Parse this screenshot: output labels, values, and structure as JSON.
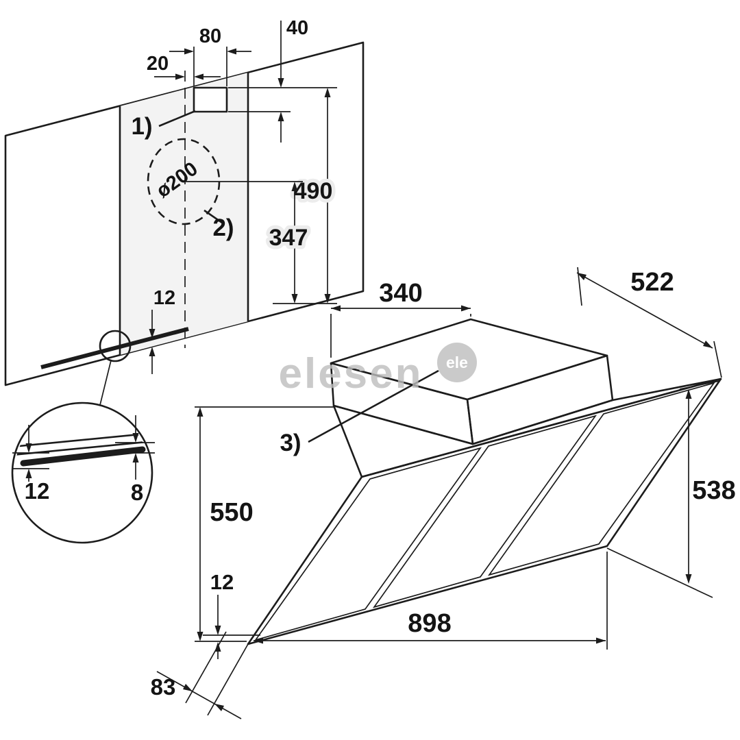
{
  "title": "cooker-hood-installation-dimensions",
  "colors": {
    "line": "#1c1c1c",
    "wall_fill": "#ececec",
    "panel_fill": "#f3f3f3",
    "glass_plate_fill": "#dedede",
    "watermark": "#bdbdbd"
  },
  "watermark": {
    "text": "elesen",
    "badge": "ele"
  },
  "wall_view": {
    "callouts": {
      "c1": "1)",
      "c2": "2)"
    },
    "dims": {
      "offset_20": "20",
      "bracket_width_80": "80",
      "bracket_height_40": "40",
      "height_490": "490",
      "height_347": "347",
      "panel_edge_12": "12",
      "duct_diameter": "ø200"
    }
  },
  "detail_view": {
    "dims": {
      "left_12": "12",
      "right_8": "8"
    }
  },
  "hood_view": {
    "callouts": {
      "c3": "3)"
    },
    "dims": {
      "top_width_340": "340",
      "depth_522": "522",
      "height_left_550": "550",
      "height_right_538": "538",
      "width_898": "898",
      "bottom_edge_12": "12",
      "bottom_depth_83": "83"
    }
  }
}
